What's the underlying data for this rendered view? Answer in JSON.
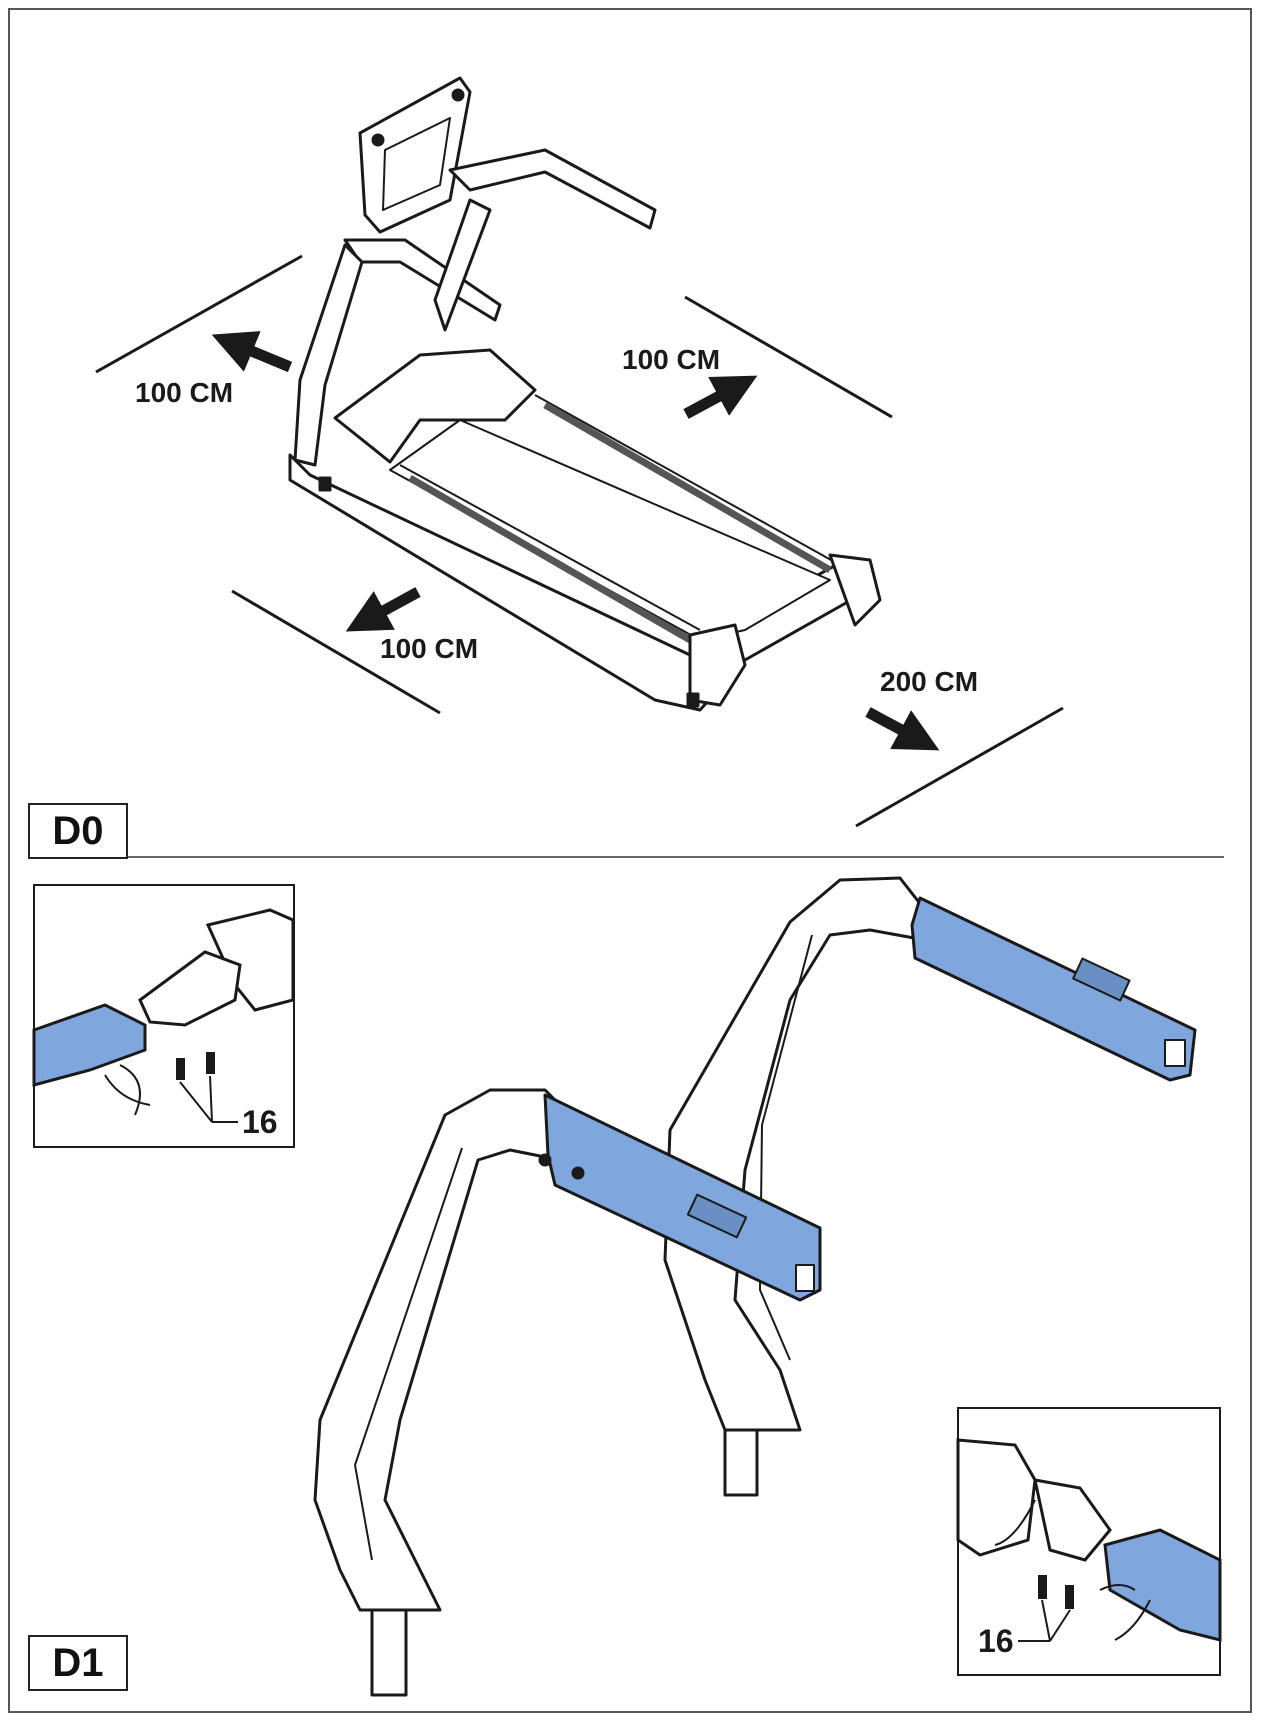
{
  "panel_d0": {
    "step_label": "D0",
    "clearance": {
      "left": "100 CM",
      "right": "100 CM",
      "front_left": "100 CM",
      "rear": "200 CM"
    }
  },
  "panel_d1": {
    "step_label": "D1",
    "callout_top_left": "16",
    "callout_bottom_right": "16"
  },
  "colors": {
    "highlight": "#7fa7dd",
    "line": "#1a1a1a"
  }
}
